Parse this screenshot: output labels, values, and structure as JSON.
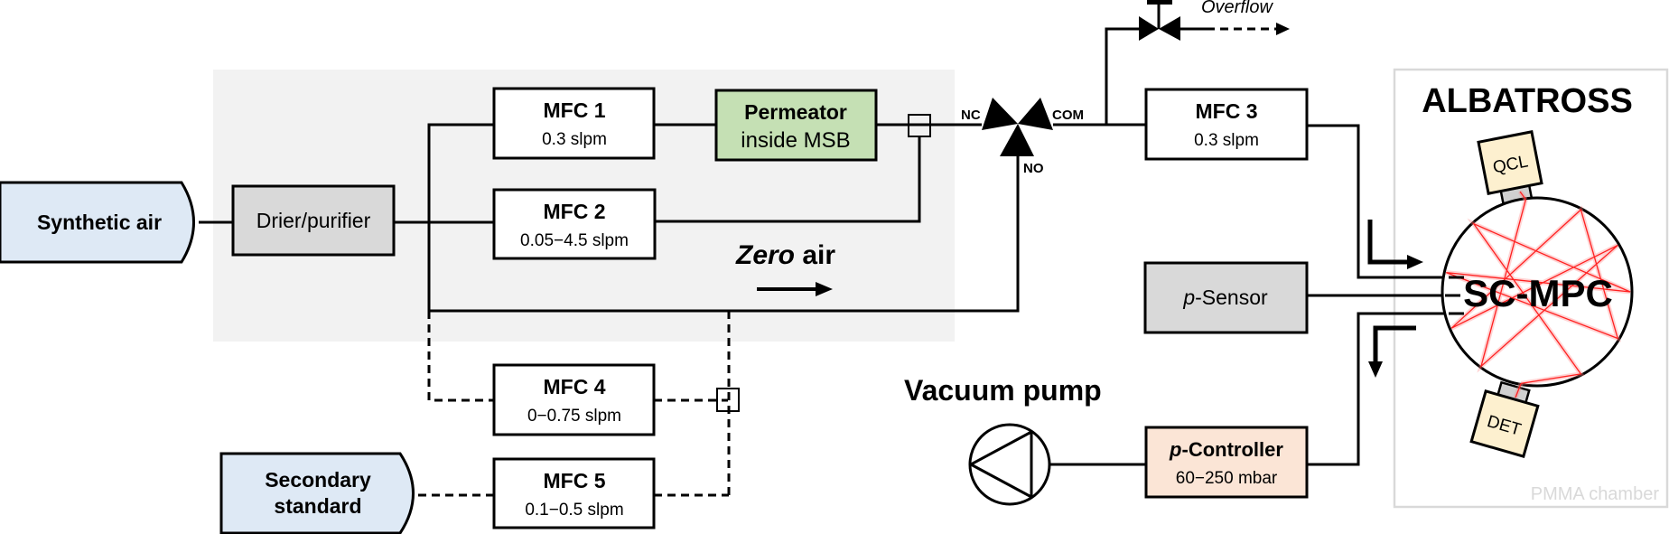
{
  "colors": {
    "background": "#ffffff",
    "zero_air_region": "#f2f2f2",
    "gas_source_fill": "#dee9f5",
    "drier_fill": "#d9d9d9",
    "mfc_fill": "#ffffff",
    "permeator_fill": "#c5e0b4",
    "sensor_fill": "#d9d9d9",
    "controller_fill": "#fbe5d6",
    "optics_fill": "#fdf0cf",
    "connector_fill": "#d0d0d0",
    "laser": "#ff2020",
    "chamber_border": "#d9d9d9",
    "chamber_label": "#d9d9d9"
  },
  "sources": {
    "synthetic_air": "Synthetic air",
    "secondary_standard_line1": "Secondary",
    "secondary_standard_line2": "standard"
  },
  "drier": {
    "label": "Drier/purifier"
  },
  "mfcs": [
    {
      "name": "MFC 1",
      "range": "0.3 slpm"
    },
    {
      "name": "MFC 2",
      "range": "0.05−4.5 slpm"
    },
    {
      "name": "MFC 3",
      "range": "0.3 slpm"
    },
    {
      "name": "MFC 4",
      "range": "0−0.75 slpm"
    },
    {
      "name": "MFC 5",
      "range": "0.1−0.5 slpm"
    }
  ],
  "permeator": {
    "title": "Permeator",
    "subtitle": "inside MSB"
  },
  "zero_air": {
    "label_italic": "Zero",
    "label_rest": " air"
  },
  "valve": {
    "nc": "NC",
    "com": "COM",
    "no": "NO"
  },
  "overflow": {
    "label": "Overflow"
  },
  "p_sensor": {
    "prefix": "p",
    "label": "-Sensor"
  },
  "p_controller": {
    "prefix": "p",
    "label": "-Controller",
    "range": "60−250 mbar"
  },
  "vacuum_pump": {
    "label": "Vacuum pump"
  },
  "albatross": {
    "title": "ALBATROSS",
    "cell": "SC-MPC",
    "laser_source": "QCL",
    "detector": "DET",
    "chamber_label": "PMMA chamber"
  }
}
